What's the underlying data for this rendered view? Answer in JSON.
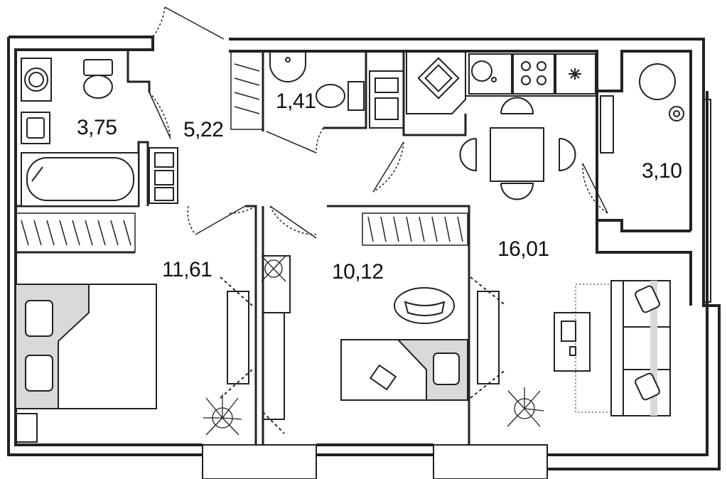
{
  "colors": {
    "wall": "#1a1a1a",
    "fixture": "#ffffff",
    "shade": "#d9d9d9",
    "line": "#222222"
  },
  "rooms": [
    {
      "id": "bathroom",
      "area": "3,75"
    },
    {
      "id": "hallway",
      "area": "5,22"
    },
    {
      "id": "wc",
      "area": "1,41"
    },
    {
      "id": "balcony",
      "area": "3,10"
    },
    {
      "id": "bedroom-left",
      "area": "11,61"
    },
    {
      "id": "bedroom-middle",
      "area": "10,12"
    },
    {
      "id": "kitchen-living",
      "area": "16,01"
    }
  ],
  "icons": [
    "washing-machine-icon",
    "toilet-icon",
    "sink-icon",
    "bathtub-icon",
    "stove-icon",
    "table-icon",
    "bed-icon",
    "sofa-icon",
    "laptop-icon",
    "plant-icon",
    "chair-icon",
    "rug-icon"
  ]
}
